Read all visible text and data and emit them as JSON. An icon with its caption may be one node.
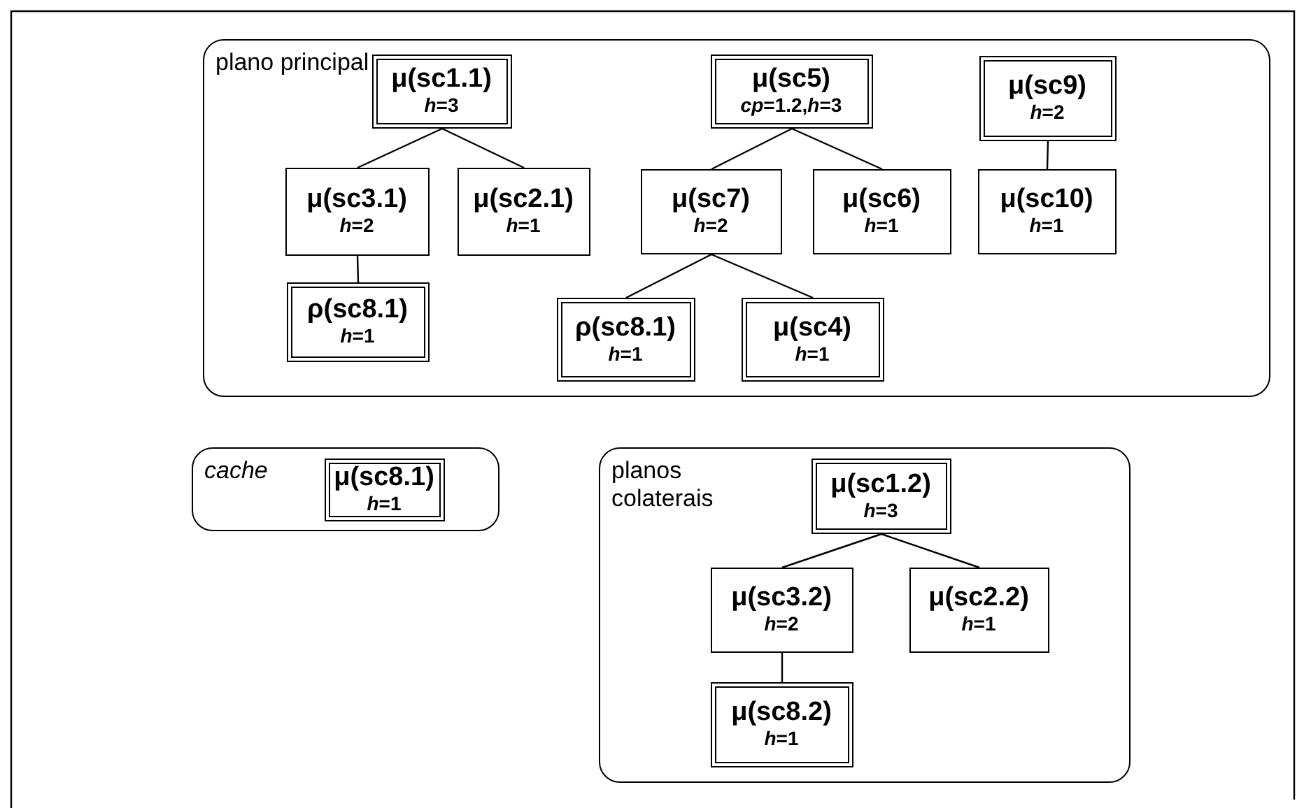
{
  "diagram": {
    "nodes": [
      {
        "text": [
          "plano principal"
        ]
      },
      {
        "text": [
          "μ(sc1.1)",
          "*h*=3"
        ],
        "in": 0
      },
      {
        "text": [
          "μ(sc5)",
          "*cp*=1.2,*h*=3"
        ],
        "in": 0
      },
      {
        "text": [
          "μ(sc9)",
          "*h*=2"
        ],
        "in": 0
      },
      {
        "text": [
          "μ(sc3.1)",
          "*h*=2"
        ],
        "in": 0
      },
      {
        "text": [
          "μ(sc2.1)",
          "*h*=1"
        ],
        "in": 0
      },
      {
        "text": [
          "μ(sc7)",
          "*h*=2"
        ],
        "in": 0
      },
      {
        "text": [
          "μ(sc6)",
          "*h*=1"
        ],
        "in": 0
      },
      {
        "text": [
          "μ(sc10)",
          "*h*=1"
        ],
        "in": 0
      },
      {
        "text": [
          "ρ(sc8.1)",
          "*h*=1"
        ],
        "in": 0
      },
      {
        "text": [
          "ρ(sc8.1)",
          "*h*=1"
        ],
        "in": 0
      },
      {
        "text": [
          "μ(sc4)",
          "*h*=1"
        ],
        "in": 0
      },
      {
        "text": [
          "cache"
        ]
      },
      {
        "text": [
          "μ(sc8.1)",
          "*h*=1"
        ],
        "in": 12
      },
      {
        "text": [
          "planos colaterais"
        ]
      },
      {
        "text": [
          "μ(sc1.2)",
          "*h*=3"
        ],
        "in": 14
      },
      {
        "text": [
          "μ(sc3.2)",
          "*h*=2"
        ],
        "in": 14
      },
      {
        "text": [
          "μ(sc2.2)",
          "*h*=1"
        ],
        "in": 14
      },
      {
        "text": [
          "μ(sc8.2)",
          "*h*=1"
        ],
        "in": 14
      }
    ],
    "edges": [
      {
        "from": 1,
        "to": 4,
        "arrow": "none"
      },
      {
        "from": 1,
        "to": 5,
        "arrow": "none"
      },
      {
        "from": 4,
        "to": 9,
        "arrow": "none"
      },
      {
        "from": 2,
        "to": 6,
        "arrow": "none"
      },
      {
        "from": 2,
        "to": 7,
        "arrow": "none"
      },
      {
        "from": 6,
        "to": 10,
        "arrow": "none"
      },
      {
        "from": 6,
        "to": 11,
        "arrow": "none"
      },
      {
        "from": 3,
        "to": 8,
        "arrow": "none"
      },
      {
        "from": 15,
        "to": 16,
        "arrow": "none"
      },
      {
        "from": 15,
        "to": 17,
        "arrow": "none"
      },
      {
        "from": 16,
        "to": 18,
        "arrow": "none"
      }
    ]
  }
}
